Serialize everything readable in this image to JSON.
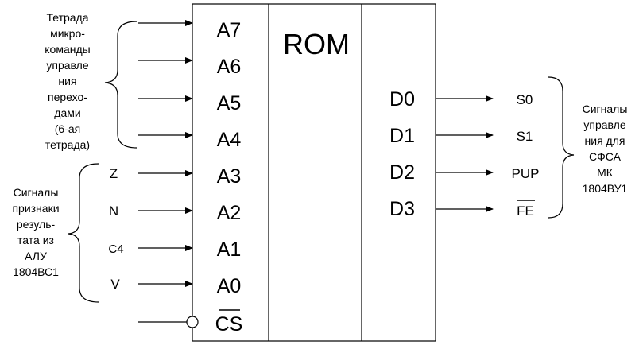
{
  "chip": {
    "title": "ROM",
    "address_pins": [
      "A7",
      "A6",
      "A5",
      "A4",
      "A3",
      "A2",
      "A1",
      "A0"
    ],
    "chip_select": "CS",
    "data_pins": [
      "D0",
      "D1",
      "D2",
      "D3"
    ]
  },
  "inputs": {
    "flags": [
      "Z",
      "N",
      "C4",
      "V"
    ]
  },
  "outputs": {
    "signals": [
      "S0",
      "S1",
      "PUP",
      "FE"
    ]
  },
  "notes": {
    "microcommand": [
      "Тетрада",
      "микро-",
      "команды",
      "управле",
      "ния",
      "перехо-",
      "дами",
      "(6-ая",
      "тетрада)"
    ],
    "alu_flags": [
      "Сигналы",
      "признаки",
      "резуль-",
      "тата из",
      "АЛУ",
      "1804ВС1"
    ],
    "control_signals": [
      "Сигналы",
      "управле",
      "ния для",
      "СФСА",
      "МК",
      "1804ВУ1"
    ]
  }
}
